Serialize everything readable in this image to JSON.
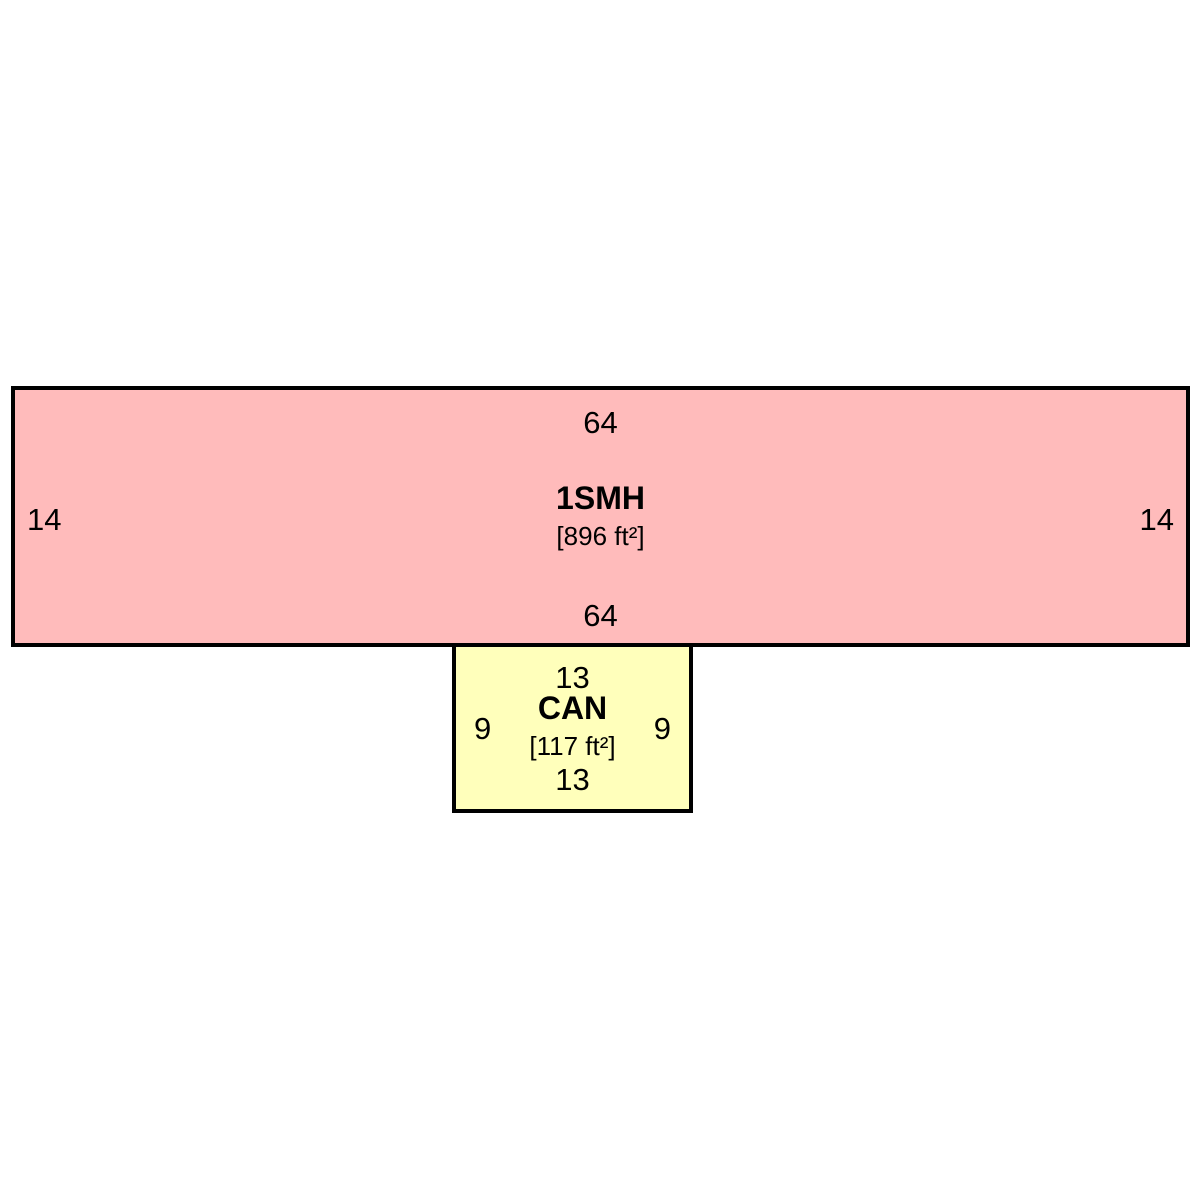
{
  "areas": {
    "main": {
      "name": "1SMH",
      "area": "[896 ft²]",
      "top_dim": "64",
      "bottom_dim": "64",
      "left_dim": "14",
      "right_dim": "14",
      "fill_color": "#ffbbbb"
    },
    "carport": {
      "name": "CAN",
      "area": "[117 ft²]",
      "top_dim": "13",
      "bottom_dim": "13",
      "left_dim": "9",
      "right_dim": "9",
      "fill_color": "#ffffbb"
    },
    "stroke_color": "#000000"
  }
}
